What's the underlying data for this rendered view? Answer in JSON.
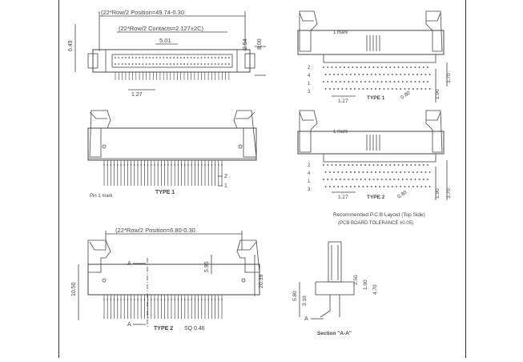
{
  "top_left": {
    "dim_total": "(22*Row/2 Position=49.74-0.30",
    "dim_centers": "(22*Row/2 Contacts=2.127±2C)",
    "dim_501": "5.01",
    "dim_649": "6.49",
    "dim_254": "2.54",
    "dim_800": "8.00",
    "pitch": "1.27"
  },
  "mid_left": {
    "type_label": "TYPE 1",
    "pin_mark": "Pin 1 mark",
    "pin2": "2",
    "pin1": "1"
  },
  "bottom_left": {
    "dim_total": "(22*Row/2 Position=6.80-0.30",
    "section_marker": "A",
    "dim_595": "5.95",
    "dim_1050": "10.50",
    "dim_2039": "20.39",
    "type_label": "TYPE 2",
    "sq": "SQ 0.46"
  },
  "right_top": {
    "mark": "1 mark",
    "pins": [
      "2",
      "4",
      "1",
      "3"
    ],
    "dim_127": "1.27",
    "type_label": "TYPE 1",
    "hole": "0.80",
    "dim_190": "1.90",
    "dim_370": "3.70"
  },
  "right_mid": {
    "mark": "1 mark",
    "pins": [
      "2",
      "4",
      "1",
      "3"
    ],
    "dim_127": "1.27",
    "type_label": "TYPE 2",
    "hole": "0.80",
    "dim_190": "1.90",
    "dim_370": "3.70",
    "caption1": "Recommended P.C.B Layout (Top Side)",
    "caption2": "(PCB BOARD TOLERANCE ±0.05)"
  },
  "section": {
    "dims_left": [
      "5.80",
      "3.10"
    ],
    "dims_right": [
      "2.50",
      "1.90",
      "4.70"
    ],
    "marker": "A",
    "title": "Section \"A-A\""
  }
}
